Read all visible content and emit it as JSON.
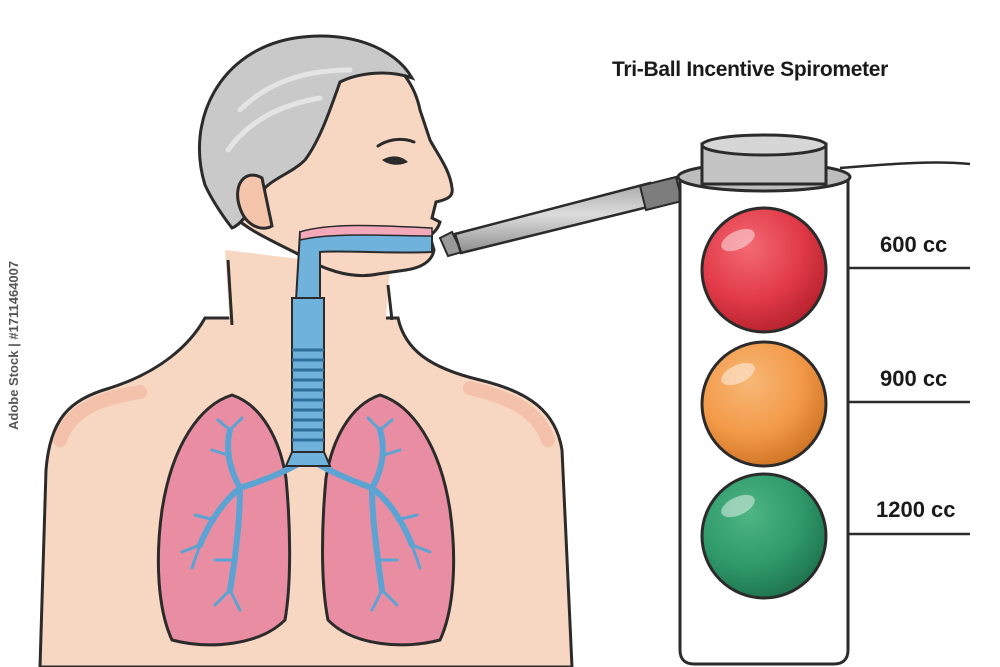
{
  "title": "Tri-Ball Incentive Spirometer",
  "levels": {
    "top": "600 cc",
    "middle": "900 cc",
    "bottom": "1200 cc"
  },
  "watermark": "Adobe Stock | #1711464007",
  "colors": {
    "ball_red": "#e23a48",
    "ball_orange": "#f39a49",
    "ball_green": "#2f9a6a",
    "lung": "#e98da3",
    "airway": "#6fb2dc",
    "skin": "#f8d7c2",
    "hair": "#c9c9c9"
  }
}
